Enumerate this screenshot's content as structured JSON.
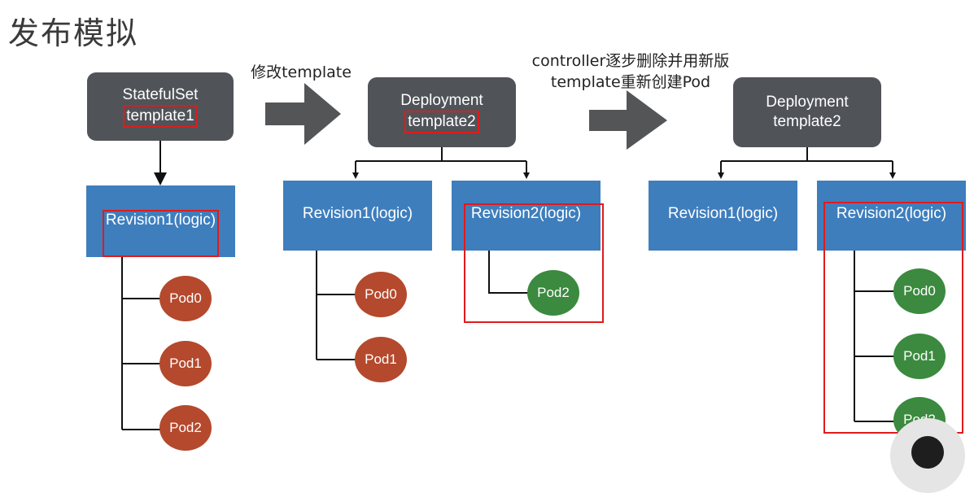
{
  "title": "发布模拟",
  "captions": {
    "step1": "修改template",
    "step2_line1": "controller逐步删除并用新版",
    "step2_line2": "template重新创建Pod"
  },
  "stage1": {
    "box_line1": "StatefulSet",
    "box_line2": "template1",
    "revision": "Revision1(logic)",
    "pods": [
      "Pod0",
      "Pod1",
      "Pod2"
    ]
  },
  "stage2": {
    "box_line1": "Deployment",
    "box_line2": "template2",
    "revision_a": "Revision1(logic)",
    "revision_b": "Revision2(logic)",
    "pods_a": [
      "Pod0",
      "Pod1"
    ],
    "pods_b": [
      "Pod2"
    ]
  },
  "stage3": {
    "box_line1": "Deployment",
    "box_line2": "template2",
    "revision_a": "Revision1(logic)",
    "revision_b": "Revision2(logic)",
    "pods_b": [
      "Pod0",
      "Pod1",
      "Pod2"
    ]
  },
  "colors": {
    "dark_box": "#505358",
    "revision_box": "#3e7ebd",
    "pod_old": "#b4492d",
    "pod_new": "#3b8a3f",
    "highlight": "#e01b1b",
    "arrow": "#545557"
  }
}
